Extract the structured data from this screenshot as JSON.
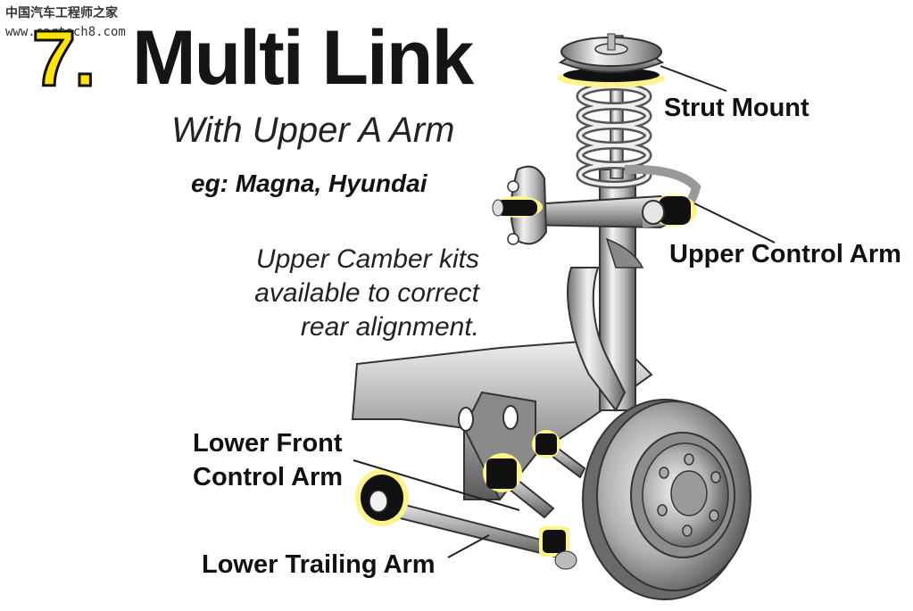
{
  "watermark": {
    "site_name": "中国汽车工程师之家",
    "url": "www.cartech8.com"
  },
  "title": {
    "number": "7.",
    "main": "Multi Link"
  },
  "subtitle": "With Upper A Arm",
  "example": "eg: Magna, Hyundai",
  "note": {
    "line1": "Upper Camber kits",
    "line2": "available to correct",
    "line3": "rear alignment."
  },
  "labels": {
    "strut_mount": "Strut Mount",
    "upper_control_arm": "Upper Control Arm",
    "lower_front_control_arm_1": "Lower Front",
    "lower_front_control_arm_2": "Control Arm",
    "lower_trailing_arm": "Lower Trailing Arm"
  },
  "colors": {
    "title_number": "#ffe600",
    "bushing": "#111111",
    "bushing_glow": "#fff48a",
    "metal_light": "#e6e6e6",
    "metal_dark": "#7a7a7a"
  }
}
